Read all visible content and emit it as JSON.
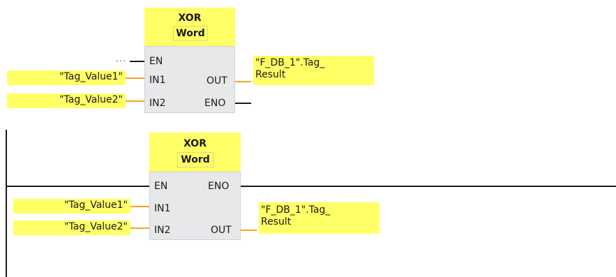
{
  "block1": {
    "title": "XOR",
    "type": "Word",
    "en_input": "...",
    "pins": {
      "en": "EN",
      "in1": "IN1",
      "in2": "IN2",
      "out": "OUT",
      "eno": "ENO"
    },
    "in1_operand": "\"Tag_Value1\"",
    "in2_operand": "\"Tag_Value2\"",
    "out_operand_line1": "\"F_DB_1\".Tag_",
    "out_operand_line2": "Result"
  },
  "block2": {
    "title": "XOR",
    "type": "Word",
    "pins": {
      "en": "EN",
      "eno": "ENO",
      "in1": "IN1",
      "in2": "IN2",
      "out": "OUT"
    },
    "in1_operand": "\"Tag_Value1\"",
    "in2_operand": "\"Tag_Value2\"",
    "out_operand_line1": "\"F_DB_1\".Tag_",
    "out_operand_line2": "Result"
  },
  "colors": {
    "operand_fill": "#ffff66",
    "block_body": "#e7e8ea",
    "wire_data": "#f5a51e",
    "wire_power": "#1a1a1a"
  }
}
